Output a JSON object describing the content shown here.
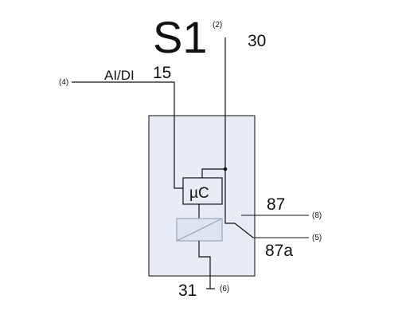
{
  "title": "S1",
  "terminals": {
    "t30": "30",
    "t15": "15",
    "t87": "87",
    "t87a": "87a",
    "t31": "31"
  },
  "input_label": "AI/DI",
  "microcontroller_label": "µC",
  "pin_numbers": {
    "p2": "(2)",
    "p4": "(4)",
    "p8": "(8)",
    "p5": "(5)",
    "p6": "(6)"
  },
  "colors": {
    "housing_fill": "#e7ecf4",
    "housing_stroke": "#333333",
    "coil_fill": "#dde4ef",
    "coil_stroke": "#9aa6b8",
    "line": "#111111"
  }
}
